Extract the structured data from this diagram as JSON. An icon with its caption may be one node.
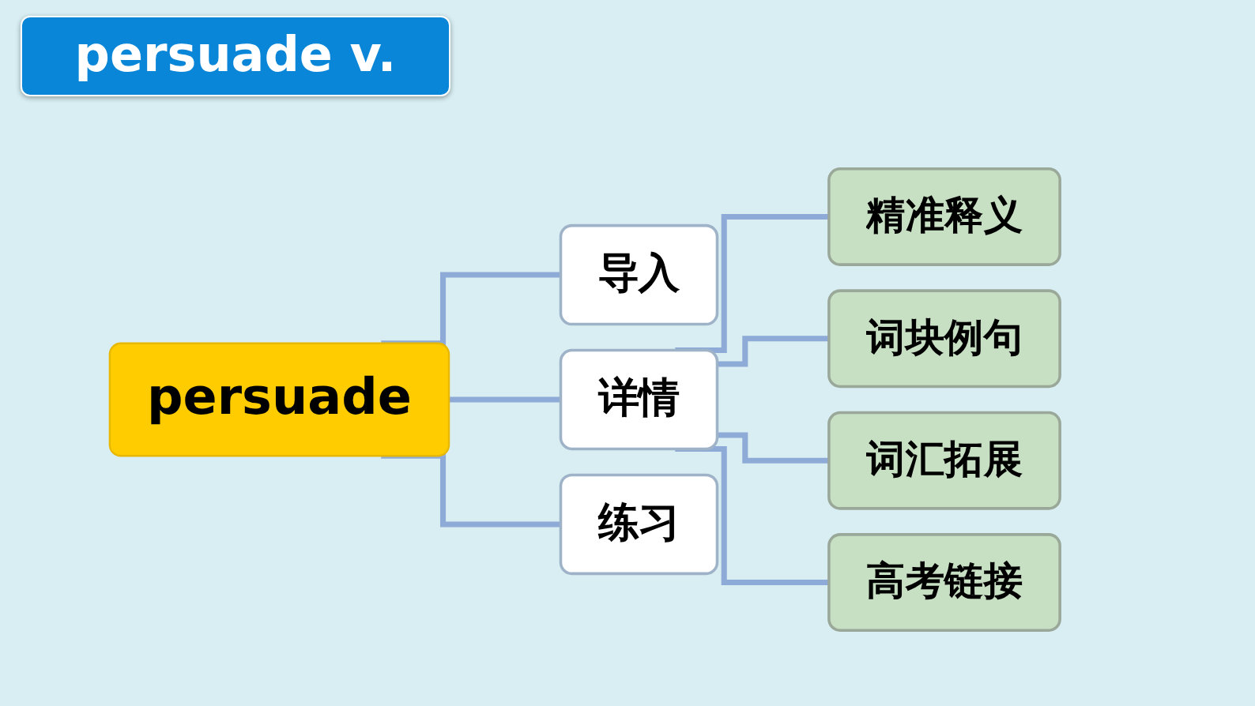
{
  "diagram": {
    "title": "persuade v.",
    "nodes": [
      {
        "text": [
          "persuade"
        ]
      },
      {
        "text": [
          "导入"
        ]
      },
      {
        "text": [
          "详情"
        ]
      },
      {
        "text": [
          "精准释义"
        ]
      },
      {
        "text": [
          "词块例句"
        ]
      },
      {
        "text": [
          "词汇拓展"
        ]
      },
      {
        "text": [
          "高考链接"
        ]
      },
      {
        "text": [
          "练习"
        ]
      }
    ],
    "edges": [
      {
        "from": 0,
        "to": 1,
        "arrow": "none"
      },
      {
        "from": 0,
        "to": 2,
        "arrow": "none"
      },
      {
        "from": 0,
        "to": 7,
        "arrow": "none"
      },
      {
        "from": 2,
        "to": 3,
        "arrow": "none"
      },
      {
        "from": 2,
        "to": 4,
        "arrow": "none"
      },
      {
        "from": 2,
        "to": 5,
        "arrow": "none"
      },
      {
        "from": 2,
        "to": 6,
        "arrow": "none"
      }
    ]
  }
}
